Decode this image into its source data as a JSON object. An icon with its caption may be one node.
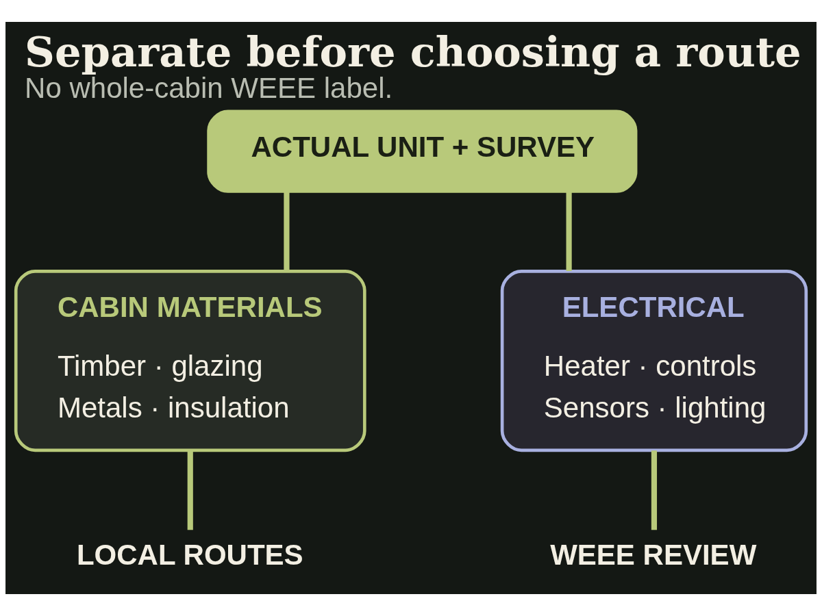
{
  "diagram": {
    "title": "Separate before choosing a route",
    "caption": "No whole-cabin WEEE label.",
    "nodes": [
      {
        "text": [
          "ACTUAL UNIT + SURVEY"
        ]
      },
      {
        "text": [
          "CABIN MATERIALS",
          "Timber · glazing",
          "Metals · insulation"
        ]
      },
      {
        "text": [
          "ELECTRICAL",
          "Heater · controls",
          "Sensors · lighting"
        ]
      },
      {
        "text": [
          "LOCAL ROUTES"
        ]
      },
      {
        "text": [
          "WEEE REVIEW"
        ]
      }
    ],
    "edges": [
      {
        "from": 0,
        "to": 1,
        "arrow": "none"
      },
      {
        "from": 0,
        "to": 2,
        "arrow": "none"
      },
      {
        "from": 1,
        "to": 3,
        "arrow": "none"
      },
      {
        "from": 2,
        "to": 4,
        "arrow": "none"
      }
    ]
  }
}
